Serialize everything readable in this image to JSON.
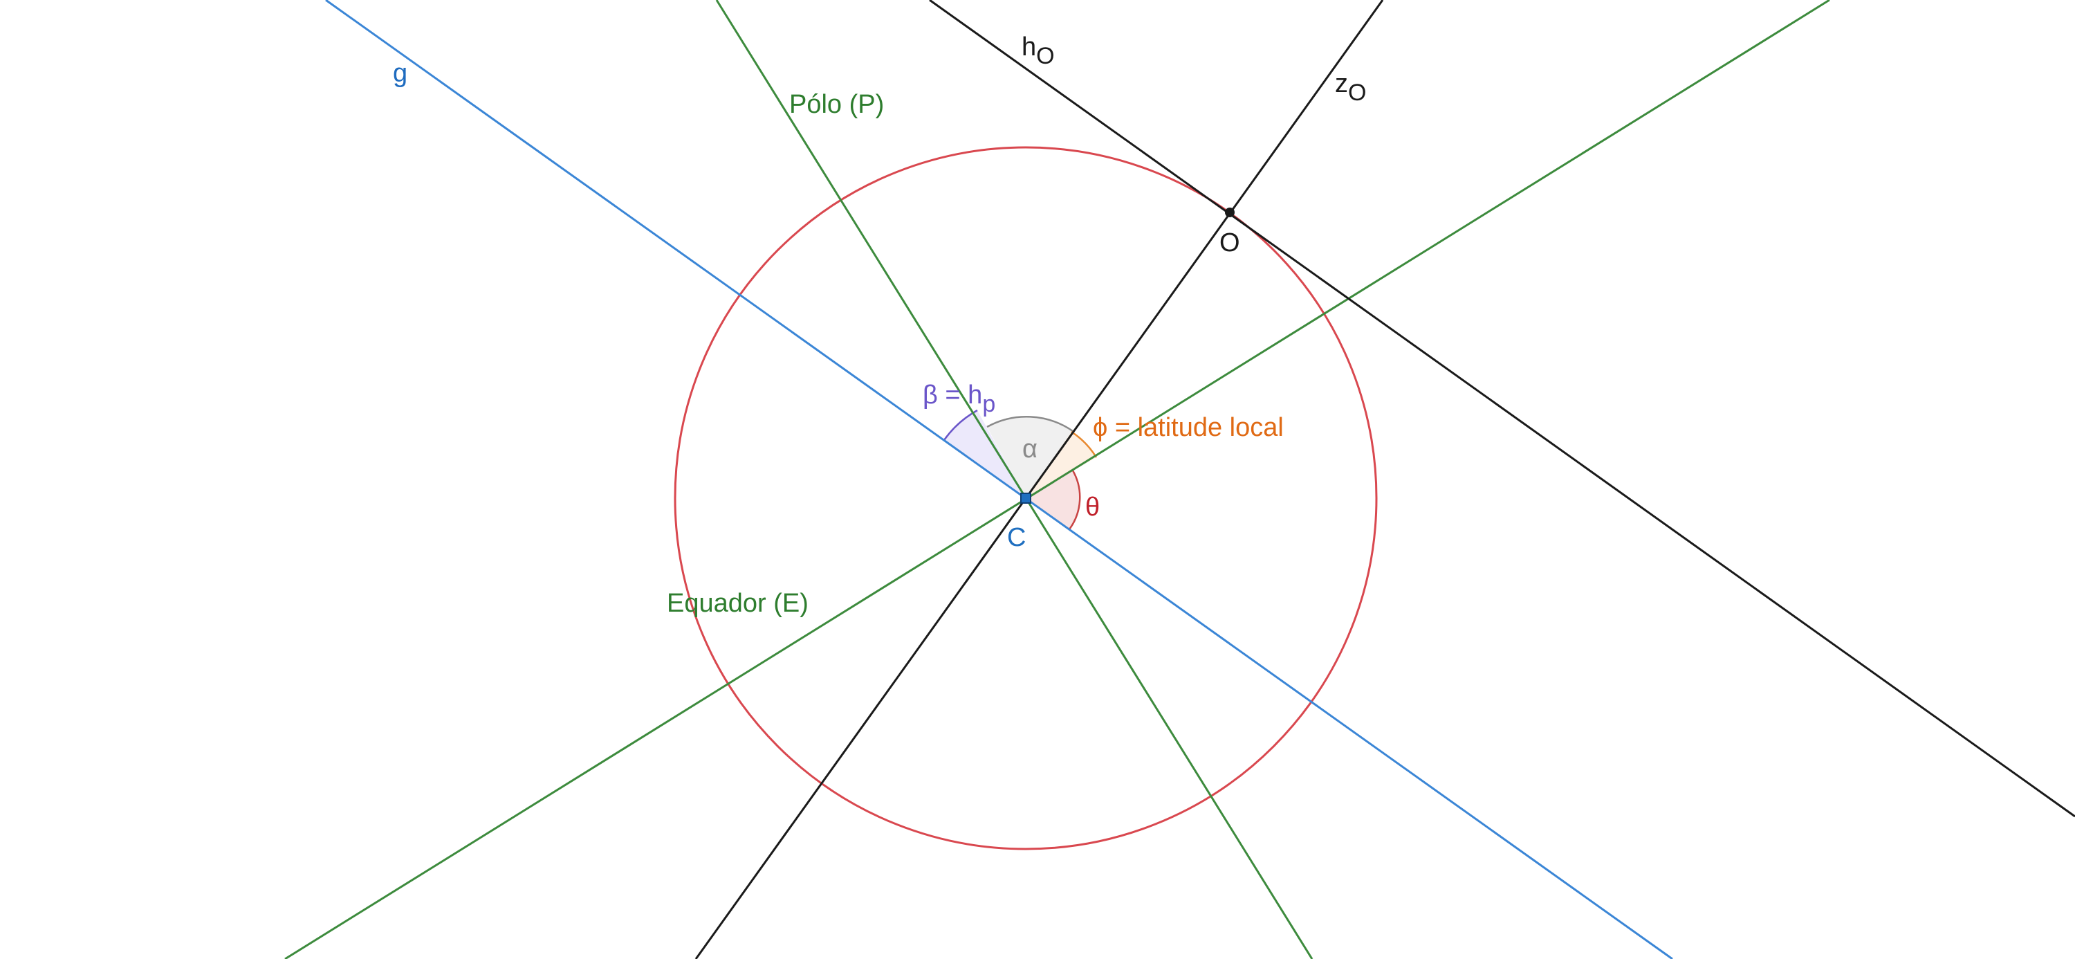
{
  "colors": {
    "circle": "#d9484f",
    "line_g": "#3b86d6",
    "line_g_label": "#1e6bbf",
    "green": "#3d8b3d",
    "green_label": "#2e7d2e",
    "black": "#1a1a1a",
    "beta_angle": "#6a55c9",
    "beta_fill": "#ece9fb",
    "alpha_angle": "#8a8a8a",
    "alpha_fill": "#f0f0f0",
    "phi_angle": "#e8892f",
    "phi_label": "#e06a14",
    "phi_fill": "#fdf0e3",
    "theta_angle": "#c94444",
    "theta_label": "#c0202a",
    "theta_fill": "#f8e2e2",
    "point_C": "#1f6fc0"
  },
  "labels": {
    "g": "g",
    "polo": "Pólo (P)",
    "equador": "Equador (E)",
    "h_main": "h",
    "h_sub": "O",
    "z_main": "z",
    "z_sub": "O",
    "point_O": "O",
    "point_C": "C",
    "beta_main": "β = h",
    "beta_sub": "p",
    "alpha": "α",
    "phi": "ϕ = latitude local",
    "theta": "θ"
  }
}
